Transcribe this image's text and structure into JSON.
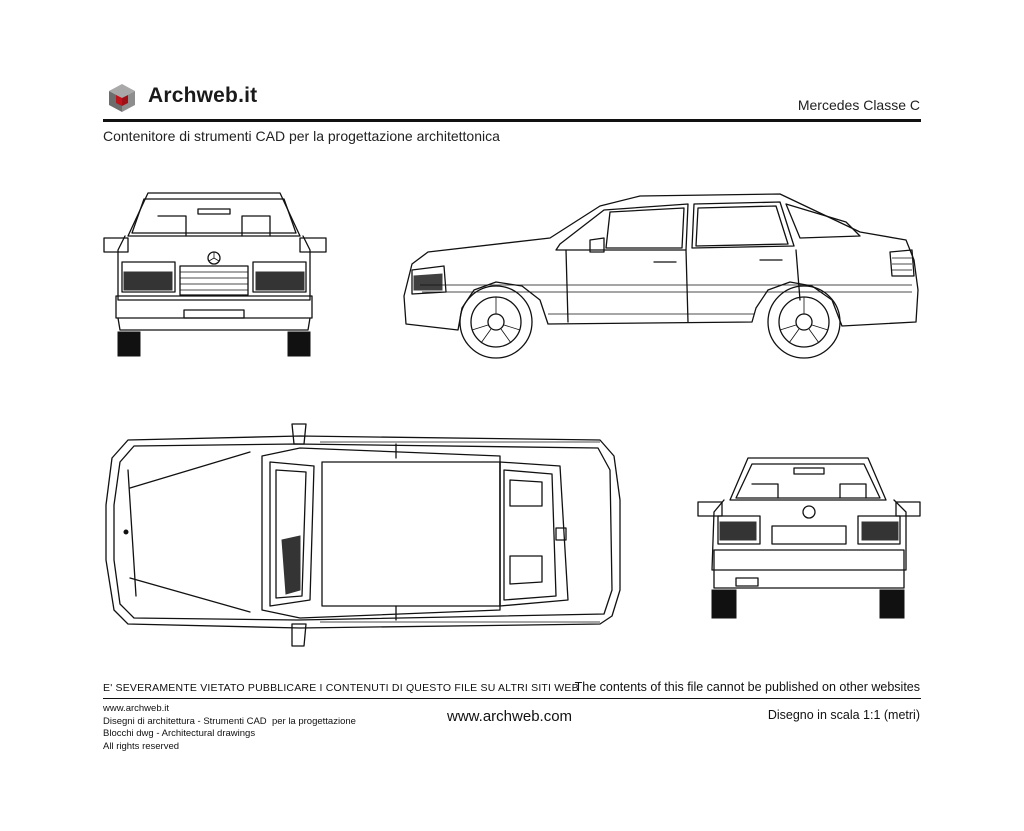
{
  "header": {
    "brand": "Archweb.it",
    "title": "Mercedes Classe C",
    "subtitle": "Contenitore di strumenti CAD per la progettazione architettonica"
  },
  "footer": {
    "warning_it": "E' SEVERAMENTE VIETATO PUBBLICARE I CONTENUTI DI QUESTO FILE SU ALTRI SITI WEB",
    "warning_en": "The contents of this file cannot be published on other websites",
    "left_lines": [
      "www.archweb.it",
      "Disegni di architettura - Strumenti CAD  per la progettazione",
      "Blocchi dwg - Architectural drawings",
      "All rights reserved"
    ],
    "center": "www.archweb.com",
    "scale": "Disegno in scala 1:1 (metri)"
  },
  "colors": {
    "logo_red": "#c0141c",
    "logo_gray": "#8a8a8a",
    "ink": "#111111"
  },
  "icons": [
    "logo-cube-icon"
  ]
}
